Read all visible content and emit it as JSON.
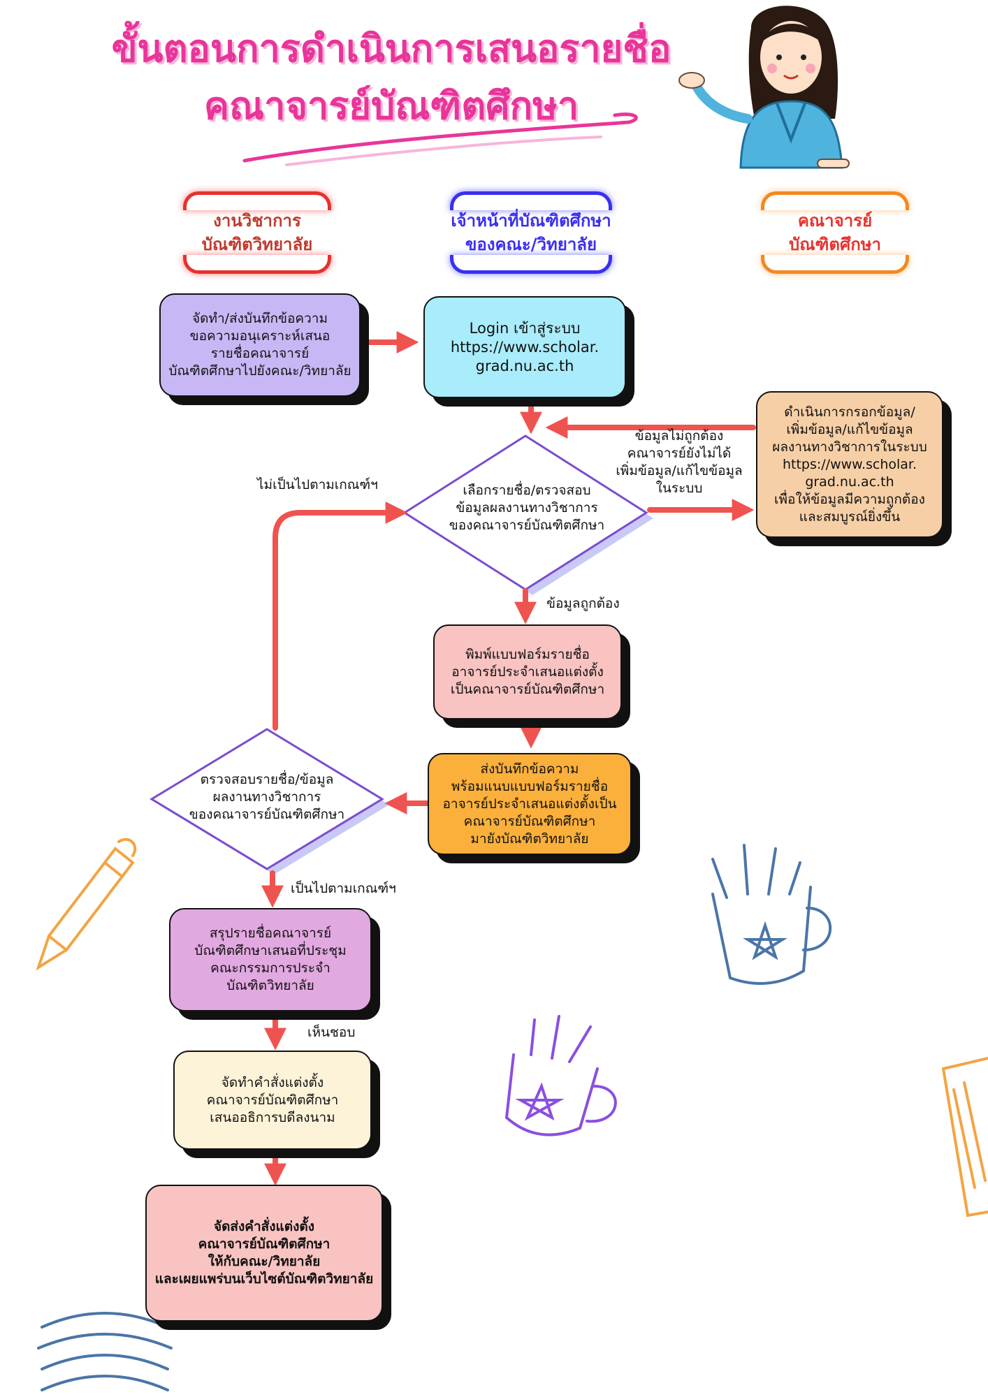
{
  "title": {
    "line1": "ขั้นตอนการดำเนินการเสนอรายชื่อ",
    "line2": "คณาจารย์บัณฑิตศึกษา"
  },
  "lanes": [
    "งานวิชาการ\nบัณฑิตวิทยาลัย",
    "เจ้าหน้าที่บัณฑิตศึกษา\nของคณะ/วิทยาลัย",
    "คณาจารย์\nบัณฑิตศึกษา"
  ],
  "steps": {
    "send_memo": "จัดทำ/ส่งบันทึกข้อความ\nขอความอนุเคราะห์เสนอ\nรายชื่อคณาจารย์\nบัณฑิตศึกษาไปยังคณะ/วิทยาลัย",
    "login": "Login เข้าสู่ระบบ\nhttps://www.scholar.\ngrad.nu.ac.th",
    "select_check": "เลือกรายชื่อ/ตรวจสอบ\nข้อมูลผลงานทางวิชาการ\nของคณาจารย์บัณฑิตศึกษา",
    "faculty_fill": "ดำเนินการกรอกข้อมูล/\nเพิ่มข้อมูล/แก้ไขข้อมูล\nผลงานทางวิชาการในระบบ\nhttps://www.scholar.\ngrad.nu.ac.th\nเพื่อให้ข้อมูลมีความถูกต้อง\nและสมบูรณ์ยิ่งขึ้น",
    "print_form": "พิมพ์แบบฟอร์มรายชื่อ\nอาจารย์ประจำเสนอแต่งตั้ง\nเป็นคณาจารย์บัณฑิตศึกษา",
    "send_form": "ส่งบันทึกข้อความ\nพร้อมแนบแบบฟอร์มรายชื่อ\nอาจารย์ประจำเสนอแต่งตั้งเป็น\nคณาจารย์บัณฑิตศึกษา\nมายังบัณฑิตวิทยาลัย",
    "verify": "ตรวจสอบรายชื่อ/ข้อมูล\nผลงานทางวิชาการ\nของคณาจารย์บัณฑิตศึกษา",
    "summarize": "สรุปรายชื่อคณาจารย์\nบัณฑิตศึกษาเสนอที่ประชุม\nคณะกรรมการประจำ\nบัณฑิตวิทยาลัย",
    "draft_order": "จัดทำคำสั่งแต่งตั้ง\nคณาจารย์บัณฑิตศึกษา\nเสนออธิการบดีลงนาม",
    "distribute": "จัดส่งคำสั่งแต่งตั้ง\nคณาจารย์บัณฑิตศึกษา\nให้กับคณะ/วิทยาลัย\nและเผยแพร่บนเว็บไซต์บัณฑิตวิทยาลัย"
  },
  "labels": {
    "incorrect": "ข้อมูลไม่ถูกต้อง\nคณาจารย์ยังไม่ได้\nเพิ่มข้อมูล/แก้ไขข้อมูล\nในระบบ",
    "not_meet": "ไม่เป็นไปตามเกณฑ์ฯ",
    "correct": "ข้อมูลถูกต้อง",
    "meet": "เป็นไปตามเกณฑ์ฯ",
    "approved": "เห็นชอบ"
  },
  "colors": {
    "title": "#e8359a",
    "arrow": "#ef5350",
    "send_memo_fill": "#c7b8f5",
    "login_fill": "#a9ecfb",
    "faculty_fill": "#f7cfa6",
    "print_fill": "#f8c3c1",
    "send_form_fill": "#fbb03b",
    "summarize_fill": "#e2a8e0",
    "draft_fill": "#fdf3d8",
    "distribute_fill": "#f8c3c1",
    "diamond_shadow": "#c9c9f8",
    "diamond_stroke": "#7a4ccf"
  }
}
